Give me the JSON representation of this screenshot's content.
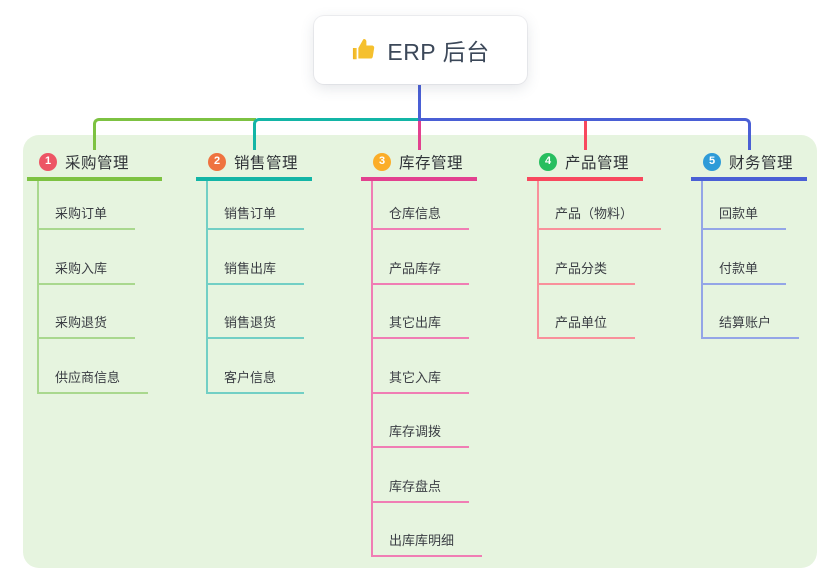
{
  "root": {
    "label": "ERP 后台",
    "icon": "thumbs-up-icon",
    "icon_color": "#f5c02e"
  },
  "panel": {
    "background": "#e6f4df"
  },
  "root_line_color": "#4a5fd5",
  "branches": [
    {
      "number": "1",
      "label": "采购管理",
      "badge_color": "#ed5565",
      "line_color": "#7dc242",
      "child_line_color": "#a9d88e",
      "children": [
        "采购订单",
        "采购入库",
        "采购退货",
        "供应商信息"
      ]
    },
    {
      "number": "2",
      "label": "销售管理",
      "badge_color": "#ef7340",
      "line_color": "#13b5a6",
      "child_line_color": "#72cfc5",
      "children": [
        "销售订单",
        "销售出库",
        "销售退货",
        "客户信息"
      ]
    },
    {
      "number": "3",
      "label": "库存管理",
      "badge_color": "#fbad28",
      "line_color": "#e2418f",
      "child_line_color": "#f07db4",
      "children": [
        "仓库信息",
        "产品库存",
        "其它出库",
        "其它入库",
        "库存调拨",
        "库存盘点",
        "出库库明细"
      ]
    },
    {
      "number": "4",
      "label": "产品管理",
      "badge_color": "#27be5f",
      "line_color": "#f8485e",
      "child_line_color": "#f9909b",
      "children": [
        "产品（物料）",
        "产品分类",
        "产品单位"
      ]
    },
    {
      "number": "5",
      "label": "财务管理",
      "badge_color": "#2e9bd8",
      "line_color": "#4a5fd5",
      "child_line_color": "#94a5e7",
      "children": [
        "回款单",
        "付款单",
        "结算账户"
      ]
    }
  ]
}
